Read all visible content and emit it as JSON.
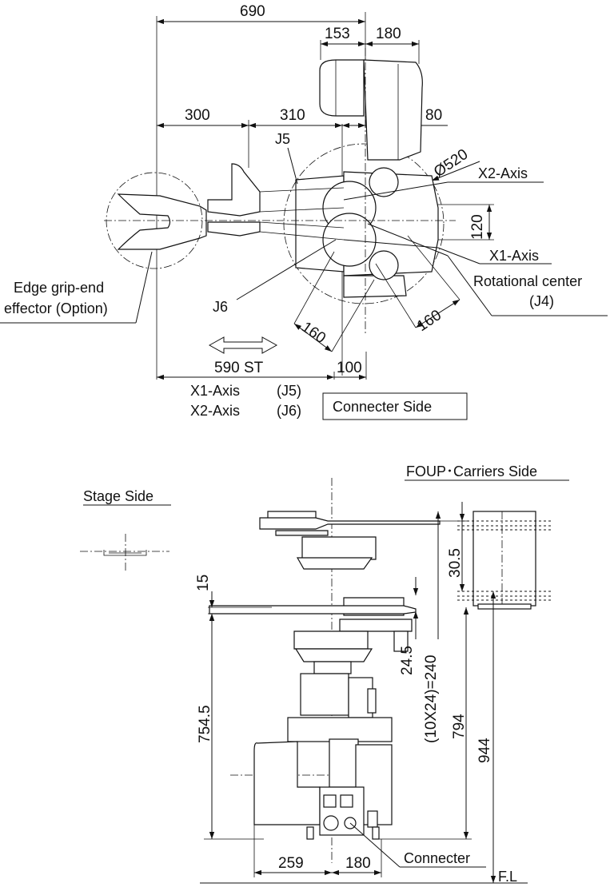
{
  "top_view": {
    "dims": {
      "d690": "690",
      "d153": "153",
      "d180_top": "180",
      "d300": "300",
      "d310": "310",
      "d80": "80",
      "d520": "Ø520",
      "d120": "120",
      "d160_left": "160",
      "d160_right": "160",
      "d590": "590 ST",
      "d100": "100"
    },
    "labels": {
      "j5": "J5",
      "j6": "J6",
      "x2_axis": "X2-Axis",
      "x1_axis": "X1-Axis",
      "rot_center_1": "Rotational center",
      "rot_center_2": "(J4)",
      "edge_grip_1": "Edge grip-end",
      "edge_grip_2": "effector (Option)",
      "legend_x1": "X1-Axis",
      "legend_j5": "(J5)",
      "legend_x2": "X2-Axis",
      "legend_j6": "(J6)",
      "connecter_side": "Connecter Side"
    }
  },
  "side_view": {
    "dims": {
      "d15": "15",
      "d754_5": "754.5",
      "d30_5": "30.5",
      "d24_5": "24.5",
      "d10x24": "(10X24)=240",
      "d794": "794",
      "d944": "944",
      "d259": "259",
      "d180_bottom": "180"
    },
    "labels": {
      "stage_side": "Stage Side",
      "foup_side": "FOUP･Carriers Side",
      "connecter": "Connecter",
      "fl": "F.L"
    }
  }
}
